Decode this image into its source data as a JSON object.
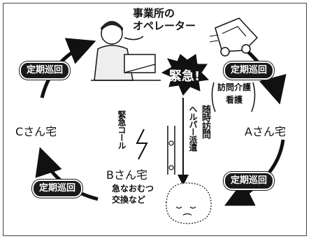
{
  "title": {
    "line1": "事業所の",
    "line2": "オペレーター"
  },
  "residents": {
    "a": "Aさん宅",
    "b": "Bさん宅",
    "c": "Cさん宅"
  },
  "patrol_label": "定期巡回",
  "emergency_label": "緊急!",
  "services": {
    "nursing_line1": "訪問介護",
    "nursing_line2": "看護",
    "on_demand": "随時訪問",
    "helper": "ヘルパー派遣"
  },
  "emergency_call": "緊急コール",
  "b_note": {
    "line1": "急なおむつ",
    "line2": "交換など"
  }
}
